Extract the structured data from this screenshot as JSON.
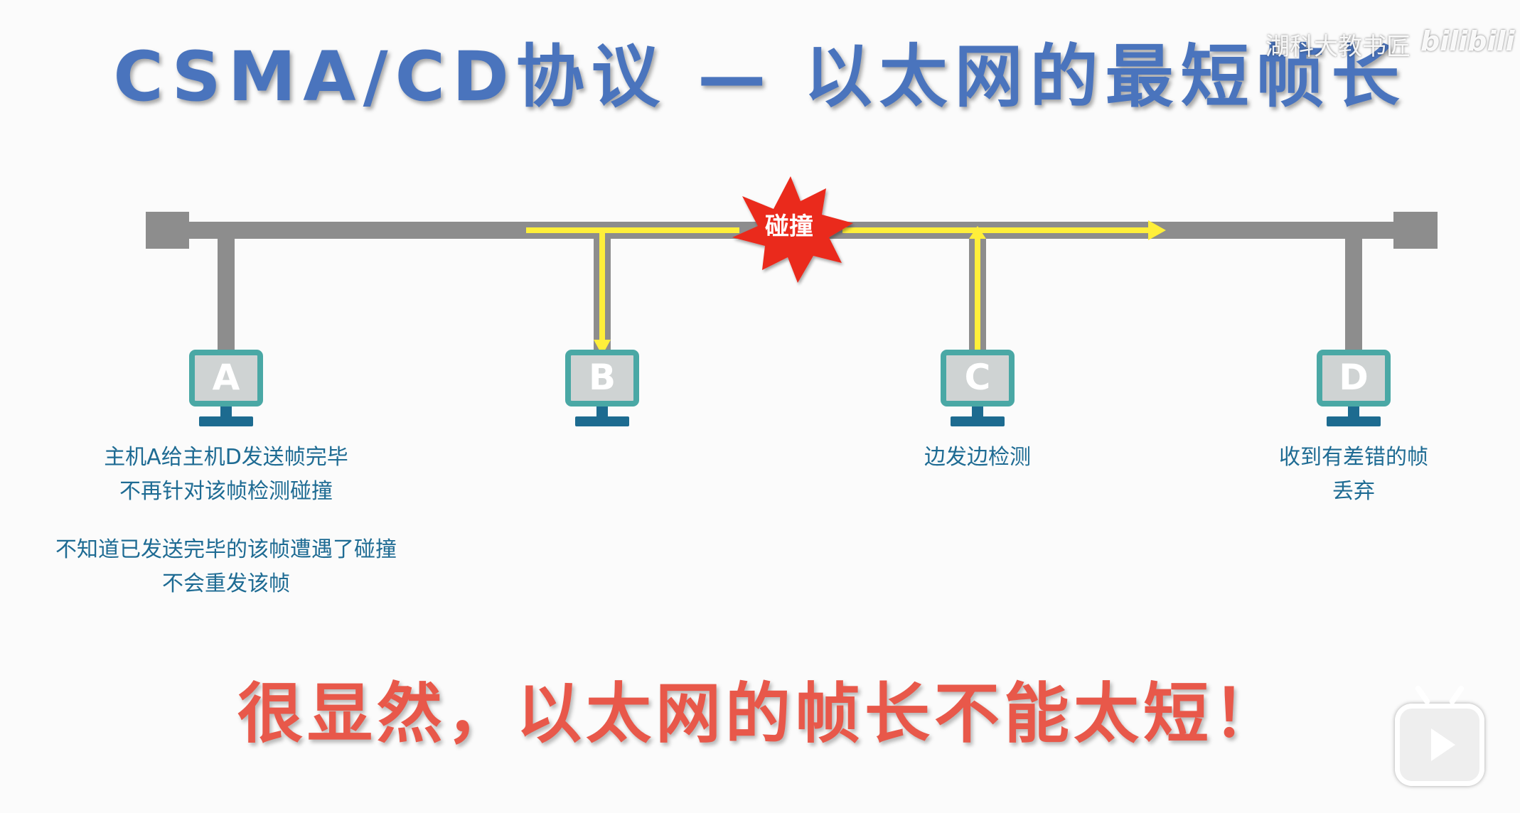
{
  "title": "CSMA/CD协议 — 以太网的最短帧长",
  "watermark": {
    "channel": "湖科大教书匠",
    "logo": "bilibili"
  },
  "diagram": {
    "collision_label": "碰撞",
    "hosts": [
      {
        "id": "A",
        "letter": "A"
      },
      {
        "id": "B",
        "letter": "B"
      },
      {
        "id": "C",
        "letter": "C"
      },
      {
        "id": "D",
        "letter": "D"
      }
    ],
    "captions": {
      "a_line1": "主机A给主机D发送帧完毕",
      "a_line2": "不再针对该帧检测碰撞",
      "a_line3": "不知道已发送完毕的该帧遭遇了碰撞",
      "a_line4": "不会重发该帧",
      "c_line1": "边发边检测",
      "d_line1": "收到有差错的帧",
      "d_line2": "丢弃"
    },
    "colors": {
      "bus": "#8d8d8d",
      "signal": "#ffef3a",
      "monitor_frame": "#4aa8a5",
      "monitor_screen": "#cfd3d3",
      "monitor_base": "#1d6b90",
      "collision": "#ea2b1f",
      "caption": "#1e6b93"
    }
  },
  "conclusion": "很显然，以太网的帧长不能太短！",
  "player": {
    "play_icon": "play-icon"
  }
}
